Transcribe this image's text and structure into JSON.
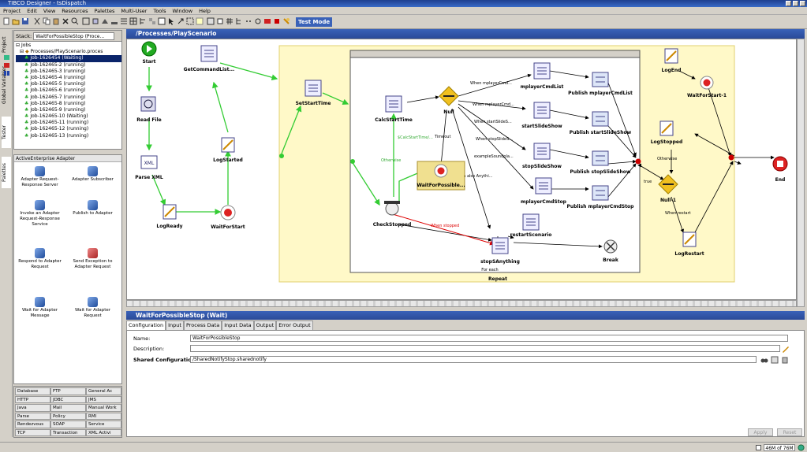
{
  "window": {
    "title": "TIBCO Designer - tsDispatch"
  },
  "menu": [
    "Project",
    "Edit",
    "View",
    "Resources",
    "Palettes",
    "Multi-User",
    "Tools",
    "Window",
    "Help"
  ],
  "toolbar": {
    "test_mode_label": "Test Mode"
  },
  "side_tabs": {
    "project": "Project",
    "global_variables": "Global Variables",
    "tester": "Tester",
    "palettes": "Palettes"
  },
  "stack": {
    "label": "Stack:",
    "selected": "WaitForPossibleStop (Proce...",
    "rows": [
      "Jobs",
      "Processes/PlayScenario.proces",
      "Job-1626454 (Waiting)",
      "Job-162465-2 (running)",
      "Job-162465-3 (running)",
      "Job-162465-4 (running)",
      "Job-162465-5 (running)",
      "Job-162465-6 (running)",
      "Job-162465-7 (running)",
      "Job-162465-8 (running)",
      "Job-162465-9 (running)",
      "Job-162465-10 (Waiting)",
      "Job-162465-11 (running)",
      "Job-162465-12 (running)",
      "Job-162465-13 (running)"
    ]
  },
  "palette": {
    "title": "ActiveEnterprise Adapter",
    "items": [
      {
        "label": "Adapter Request-Response Server",
        "icon": "adapter-icon"
      },
      {
        "label": "Adapter Subscriber",
        "icon": "adapter-icon"
      },
      {
        "label": "Invoke an Adapter Request-Response Service",
        "icon": "adapter-icon"
      },
      {
        "label": "Publish to Adapter",
        "icon": "adapter-icon"
      },
      {
        "label": "Respond to Adapter Request",
        "icon": "adapter-icon"
      },
      {
        "label": "Send Exception to Adapter Request",
        "icon": "adapter-icon"
      },
      {
        "label": "Wait for Adapter Message",
        "icon": "adapter-icon"
      },
      {
        "label": "Wait for Adapter Request",
        "icon": "adapter-icon"
      }
    ],
    "categories": [
      "Database",
      "FTP",
      "General Ac",
      "HTTP",
      "JDBC",
      "JMS",
      "Java",
      "Mail",
      "Manual Work",
      "Parse",
      "Policy",
      "RMI",
      "Rendezvous",
      "SOAP",
      "Service",
      "TCP",
      "Transaction",
      "XML Activi"
    ]
  },
  "canvas": {
    "tab_title": "/Processes/PlayScenario",
    "group_title": "Repeat",
    "group_footer": "For each",
    "nodes": [
      {
        "label": "Start"
      },
      {
        "label": "Read File"
      },
      {
        "label": "Parse XML"
      },
      {
        "label": "LogReady"
      },
      {
        "label": "WaitForStart"
      },
      {
        "label": "LogStarted"
      },
      {
        "label": "GetCommandList..."
      },
      {
        "label": "SetStartTime"
      },
      {
        "label": "CalcStartTime"
      },
      {
        "label": "WaitForPossible..."
      },
      {
        "label": "CheckStopped"
      },
      {
        "label": "stopSAnything"
      },
      {
        "label": "Null"
      },
      {
        "label": "mplayerCmdList"
      },
      {
        "label": "Publish mplayerCmdList"
      },
      {
        "label": "startSlideShow"
      },
      {
        "label": "Publish startSlideShow"
      },
      {
        "label": "stopSlideShow"
      },
      {
        "label": "Publish stopSlideShow"
      },
      {
        "label": "mplayerCmdStop"
      },
      {
        "label": "Publish mplayerCmdStop"
      },
      {
        "label": "restartScenario"
      },
      {
        "label": "Break"
      },
      {
        "label": "LogEnd"
      },
      {
        "label": "WaitForStart-1"
      },
      {
        "label": "LogStopped"
      },
      {
        "label": "Null-1"
      },
      {
        "label": "LogRestart"
      },
      {
        "label": "End"
      }
    ],
    "edge_labels": {
      "otherwise1": "Otherwise",
      "calc_start": "$CalcStartTime/...",
      "timeout": "Timeout",
      "when_stopped": "When stopped",
      "when_also": "When also Anythi...",
      "when_mplayer1": "When mplayerCmd...",
      "when_mplayer2": "When mplayerCmd...",
      "when_start": "When startSlideS...",
      "when_stop": "When stopSlideS...",
      "when_restart": "exampleSoundpla...",
      "otherwise2": "Otherwise",
      "when_restart2": "When restart",
      "when_null1": "true"
    }
  },
  "properties": {
    "title": "WaitForPossibleStop (Wait)",
    "tabs": [
      "Configuration",
      "Input",
      "Process Data",
      "Input Data",
      "Output",
      "Error Output"
    ],
    "name_label": "Name:",
    "name_value": "WaitForPossibleStop",
    "description_label": "Description:",
    "description_value": "",
    "shared_label": "Shared Configuration:",
    "shared_value": "/SharedNotifyStop.sharednotify",
    "apply": "Apply",
    "reset": "Reset"
  },
  "status": {
    "memory": "46M of 76M"
  }
}
